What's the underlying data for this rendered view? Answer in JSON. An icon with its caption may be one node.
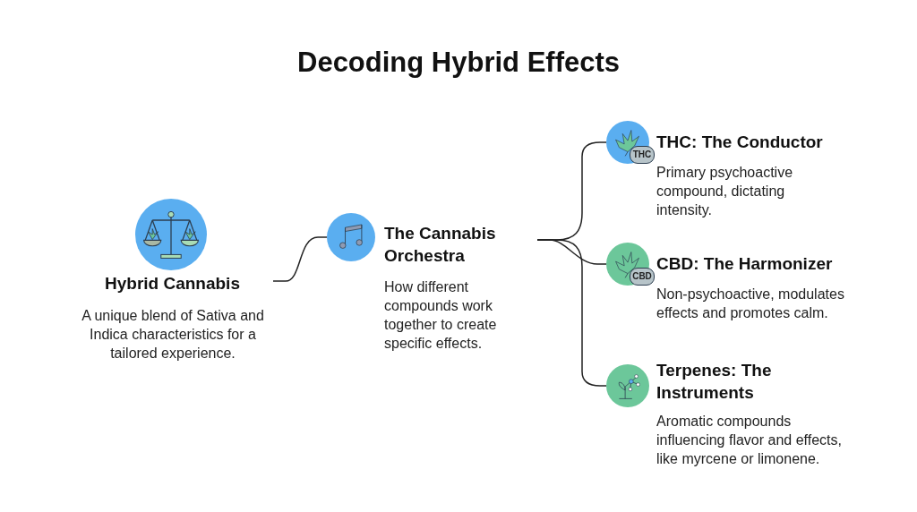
{
  "diagram": {
    "title": "Decoding Hybrid Effects",
    "nodes": [
      {
        "text": [
          "Hybrid Cannabis",
          "A unique blend of Sativa and Indica characteristics for a tailored experience."
        ]
      },
      {
        "text": [
          "The Cannabis Orchestra",
          "How different compounds work together to create specific effects."
        ]
      },
      {
        "text": [
          "THC: The Conductor",
          "Primary psychoactive compound, dictating intensity."
        ]
      },
      {
        "text": [
          "CBD: The Harmonizer",
          "Non-psychoactive, modulates effects and promotes calm."
        ]
      },
      {
        "text": [
          "Terpenes: The Instruments",
          "Aromatic compounds influencing flavor and effects, like myrcene or limonene."
        ]
      }
    ],
    "edges": [
      {
        "from": 0,
        "to": 1,
        "arrow": "none"
      },
      {
        "from": 1,
        "to": 2,
        "arrow": "none"
      },
      {
        "from": 1,
        "to": 3,
        "arrow": "none"
      },
      {
        "from": 1,
        "to": 4,
        "arrow": "none"
      }
    ],
    "labels": [
      "THC",
      "CBD"
    ]
  }
}
